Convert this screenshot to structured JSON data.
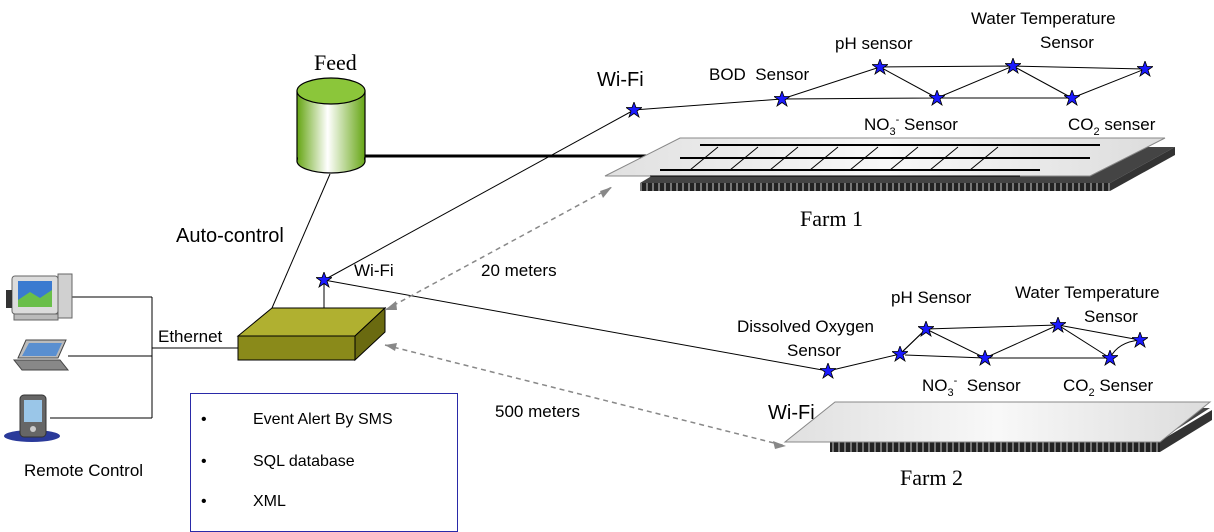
{
  "labels": {
    "feed": "Feed",
    "auto_control": "Auto-control",
    "ethernet": "Ethernet",
    "remote_control": "Remote Control",
    "wifi_top": "Wi-Fi",
    "wifi_hub": "Wi-Fi",
    "wifi_farm2": "Wi-Fi",
    "distance_20": "20 meters",
    "distance_500": "500 meters",
    "farm1": "Farm 1",
    "farm2": "Farm 2"
  },
  "farm1_sensors": {
    "bod": "BOD  Sensor",
    "ph": "pH sensor",
    "water_temp_line1": "Water Temperature",
    "water_temp_line2": "Sensor",
    "no3_main": "NO",
    "no3_sub": "3",
    "no3_sup": "-",
    "no3_tail": " Sensor",
    "co2_main": "CO",
    "co2_sub": "2",
    "co2_tail": " senser"
  },
  "farm2_sensors": {
    "do_line1": "Dissolved Oxygen",
    "do_line2": "Sensor",
    "ph": "pH Sensor",
    "water_temp_line1": "Water Temperature",
    "water_temp_line2": "Sensor",
    "no3_main": "NO",
    "no3_sub": "3",
    "no3_sup": "-",
    "no3_tail": "  Sensor",
    "co2_main": "CO",
    "co2_sub": "2",
    "co2_tail": " Senser"
  },
  "legend": {
    "bullet": "•",
    "items": [
      "Event Alert By SMS",
      "SQL database",
      "XML"
    ]
  },
  "colors": {
    "feed_green": "#7fbf1f",
    "hub_olive": "#8a8a1a",
    "sensor_blue": "#1a1aff",
    "legend_border": "#2a2aa8"
  }
}
